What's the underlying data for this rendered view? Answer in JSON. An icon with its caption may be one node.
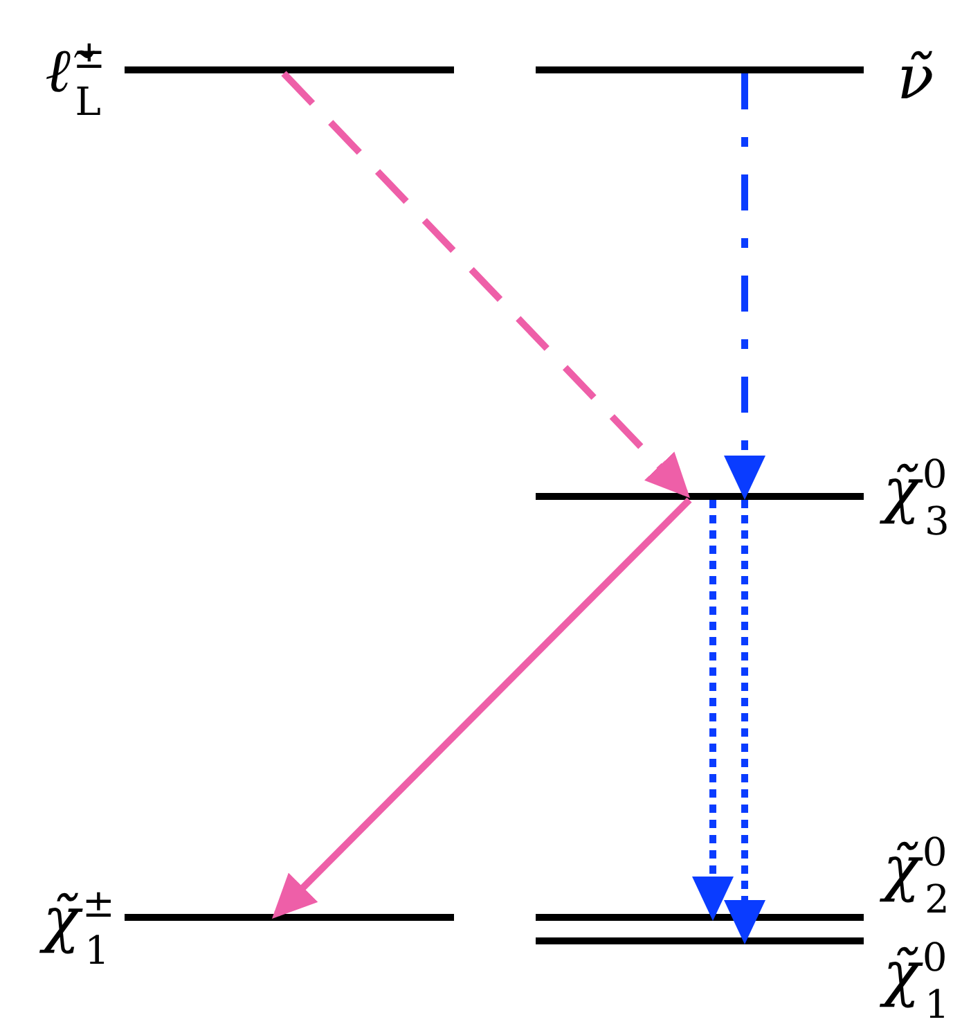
{
  "diagram": {
    "nodes": [
      {
        "text": [],
        "shape": "bar",
        "beside": [
          "ℓ̃$^{±}$$_{L}$"
        ]
      },
      {
        "text": [],
        "shape": "bar",
        "beside": [
          "ν̃"
        ]
      },
      {
        "text": [],
        "shape": "bar",
        "beside": [
          "χ̃$^{0}$$_{3}$"
        ]
      },
      {
        "text": [],
        "shape": "bar",
        "beside": [
          "χ̃$^{±}$$_{1}$"
        ]
      },
      {
        "text": [],
        "shape": "bar",
        "beside": [
          "χ̃$^{0}$$_{2}$"
        ]
      },
      {
        "text": [],
        "shape": "bar",
        "beside": [
          "χ̃$^{0}$$_{1}$"
        ]
      }
    ],
    "edges": [
      {
        "from": 0,
        "to": 2,
        "arrow": "to",
        "style": "dashed",
        "color": "#ee5fa8"
      },
      {
        "from": 1,
        "to": 2,
        "arrow": "to",
        "style": "dashed",
        "color": "#0a3cff"
      },
      {
        "from": 2,
        "to": 3,
        "arrow": "to",
        "color": "#ee5fa8"
      },
      {
        "from": 2,
        "to": 4,
        "arrow": "to",
        "style": "dashed",
        "color": "#0a3cff"
      },
      {
        "from": 2,
        "to": 5,
        "arrow": "to",
        "style": "dashed",
        "color": "#0a3cff"
      }
    ]
  }
}
